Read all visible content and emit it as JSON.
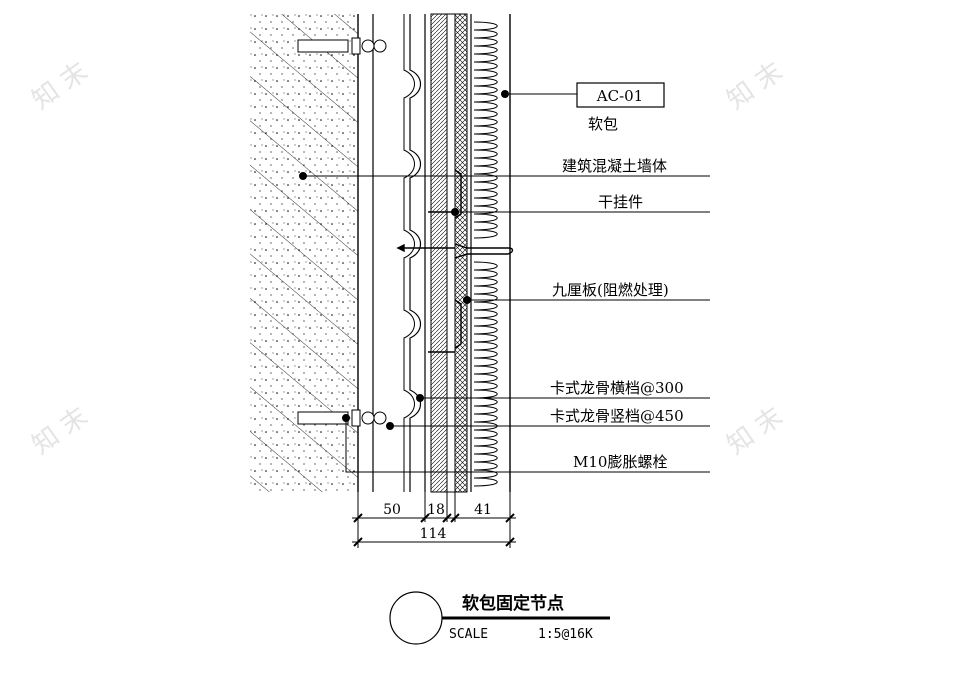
{
  "drawing": {
    "tag": "AC-01",
    "tag_caption": "软包",
    "labels": [
      "建筑混凝土墙体",
      "干挂件",
      "九厘板(阻燃处理)",
      "卡式龙骨横档@300",
      "卡式龙骨竖档@450",
      "M10膨胀螺栓"
    ],
    "dimensions": {
      "segments": [
        "50",
        "18",
        "41"
      ],
      "total": "114"
    },
    "title": "软包固定节点",
    "scale_label": "SCALE",
    "scale_value": "1:5@16K"
  }
}
